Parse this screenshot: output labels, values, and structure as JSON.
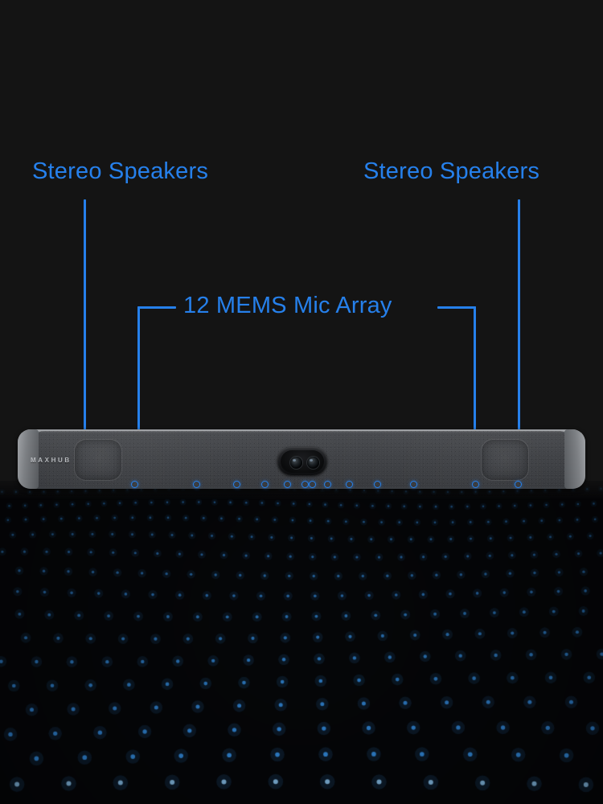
{
  "scene": {
    "background_color": "#141414",
    "accent_color": "#2680eb",
    "dot_color": "#3aa0ff",
    "alt_text": "MAXHUB video bar with annotated stereo speakers and 12 MEMS mic array over a blue dotted sound-wave field"
  },
  "annotations": {
    "stereo_left": {
      "label": "Stereo Speakers"
    },
    "stereo_right": {
      "label": "Stereo Speakers"
    },
    "mic_array": {
      "label": "12 MEMS Mic Array"
    }
  },
  "device": {
    "brand": "MAXHUB",
    "camera": {
      "name": "dual-lens-camera",
      "lens_count": 2
    },
    "speakers": [
      {
        "name": "speaker-left"
      },
      {
        "name": "speaker-right"
      }
    ],
    "mic_dots_x": [
      168,
      245,
      295,
      330,
      358,
      380,
      389,
      408,
      435,
      470,
      515,
      592,
      645
    ]
  },
  "chart_data": {
    "type": "scatter",
    "title": "",
    "xlabel": "",
    "ylabel": "",
    "grid": false,
    "legend": "none",
    "description": "Perspective dotted grid floor with two transverse wave ridges radiating from the device",
    "rows": 34,
    "cols": 76,
    "wave_ridges": [
      2,
      4
    ],
    "x": [],
    "y": []
  }
}
